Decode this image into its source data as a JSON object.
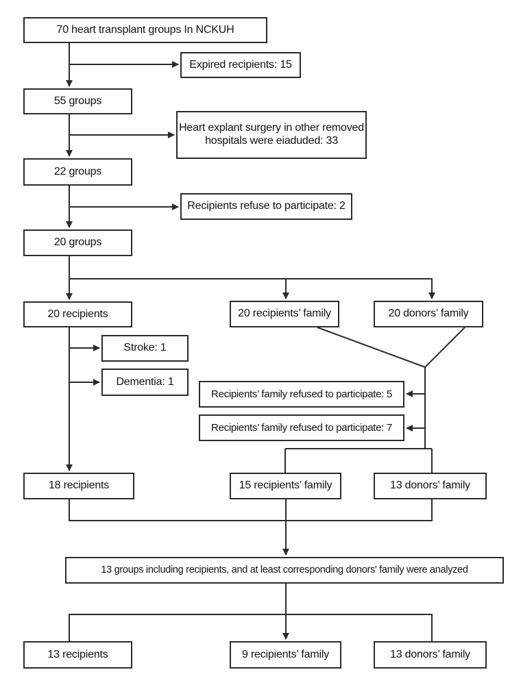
{
  "figure": {
    "type": "flowchart",
    "description": "Participant flow diagram of heart transplant groups"
  },
  "colors": {
    "line": "#2b2b2b",
    "background": "#ffffff",
    "text": "#111111"
  },
  "nodes": {
    "total_groups": "70 heart transplant groups In NCKUH",
    "expired_recipients": "Expired recipients: 15",
    "groups_55": "55 groups",
    "explant_excluded": "Heart explant surgery in other removed\nhospitals were eiaduded: 33",
    "groups_22": "22 groups",
    "refuse_participate": "Recipients refuse to participate: 2",
    "groups_20": "20 groups",
    "recipients_20": "20 recipients",
    "recipients_family_20": "20 recipients’ family",
    "donors_family_20": "20 donors’ family",
    "stroke": "Stroke: 1",
    "dementia": "Dementia: 1",
    "family_refused_5": "Recipients’ family refused to participate: 5",
    "family_refused_7": "Recipients’ family refused to participate: 7",
    "recipients_18": "18 recipients",
    "recipients_family_15": "15 recipients’ family",
    "donors_family_13": "13 donors’ family",
    "analyzed": "13 groups including recipients, and at least corresponding donors' family were analyzed",
    "recipients_13": "13 recipients",
    "recipients_family_9": "9 recipients’ family",
    "donors_family_13_final": "13 donors’ family"
  }
}
